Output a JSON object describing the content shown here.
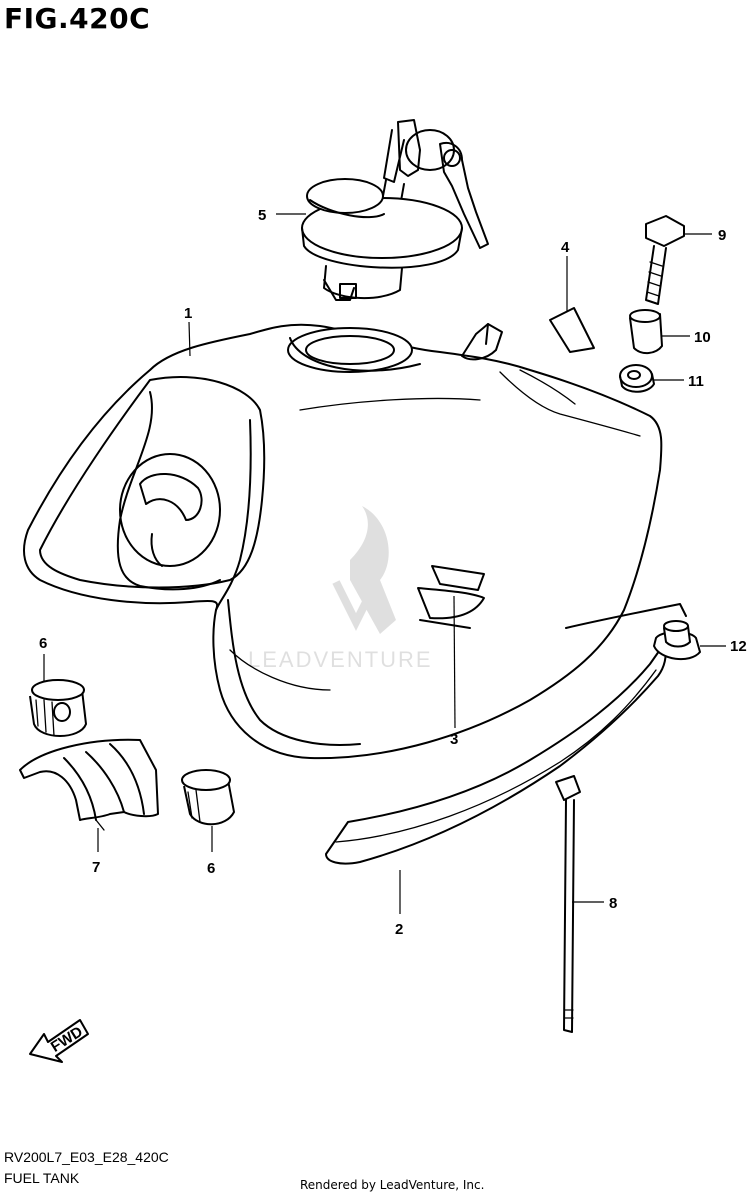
{
  "figure_title": "FIG.420C",
  "figure_code": "RV200L7_E03_E28_420C",
  "figure_name": "FUEL TANK",
  "render_credit": "Rendered by LeadVenture, Inc.",
  "watermark_text": "LEADVENTURE",
  "fwd_label": "FWD",
  "callouts": {
    "c1": "1",
    "c2": "2",
    "c3": "3",
    "c4": "4",
    "c5": "5",
    "c6a": "6",
    "c6b": "6",
    "c7": "7",
    "c8": "8",
    "c9": "9",
    "c10": "10",
    "c11": "11",
    "c12": "12"
  },
  "icons": {
    "fwd_arrow": "fwd-arrow-icon",
    "watermark": "leadventure-logo-icon"
  }
}
